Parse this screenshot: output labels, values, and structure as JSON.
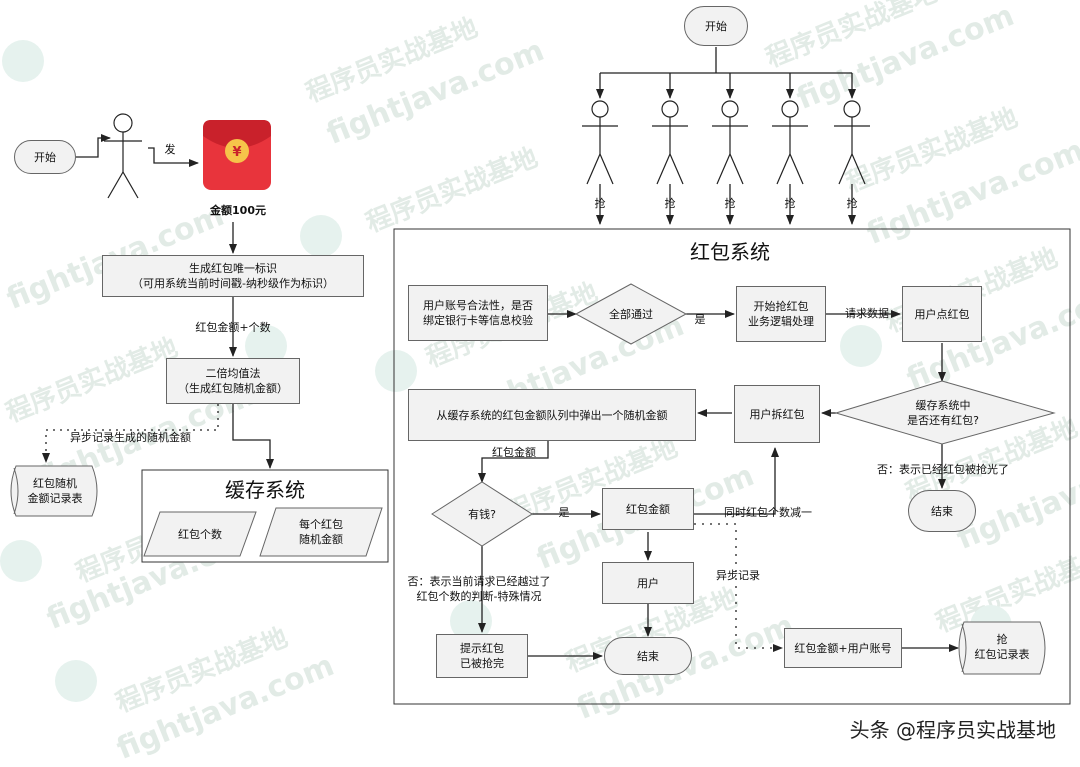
{
  "left_flow": {
    "start": "开始",
    "send_label": "发",
    "amount_label": "金额100元",
    "generate_id": "生成红包唯一标识\n（可用系统当前时间戳-纳秒级作为标识）",
    "amount_count": "红包金额+个数",
    "double_mean": "二倍均值法\n（生成红包随机金额）",
    "async_record": "异步记录生成的随机金额",
    "record_table": "红包随机\n金额记录表",
    "cache_title": "缓存系统",
    "cache_count": "红包个数",
    "cache_amounts": "每个红包\n随机金额"
  },
  "right_flow": {
    "start": "开始",
    "grab_labels": [
      "抢",
      "抢",
      "抢",
      "抢",
      "抢"
    ],
    "system_title": "红包系统",
    "validate": "用户账号合法性，是否\n绑定银行卡等信息校验",
    "all_pass": "全部通过",
    "yes_1": "是",
    "start_grab": "开始抢红包\n业务逻辑处理",
    "request_data": "请求数据",
    "user_click": "用户点红包",
    "cache_has": "缓存系统中\n是否还有红包?",
    "no_grabbed": "否：表示已经红包被抢光了",
    "end_1": "结束",
    "user_open": "用户拆红包",
    "pop_amount": "从缓存系统的红包金额队列中弹出一个随机金额",
    "amount_label": "红包金额",
    "has_money": "有钱?",
    "yes_2": "是",
    "amount_box": "红包金额",
    "decrement": "同时红包个数减一",
    "no_exceeded": "否：表示当前请求已经越过了\n红包个数的判断-特殊情况",
    "user_box": "用户",
    "async_record": "异步记录",
    "notify_empty": "提示红包\n已被抢完",
    "end_2": "结束",
    "amount_account": "红包金额+用户账号",
    "grab_record_table": "抢\n红包记录表"
  },
  "footer": "头条 @程序员实战基地",
  "watermark": {
    "cn": "程序员实战基地",
    "en": "fightjava.com"
  },
  "colors": {
    "envelope": "#e8343c",
    "coin": "#f6c34a",
    "box_fill": "#f2f2f2",
    "line": "#222222"
  }
}
